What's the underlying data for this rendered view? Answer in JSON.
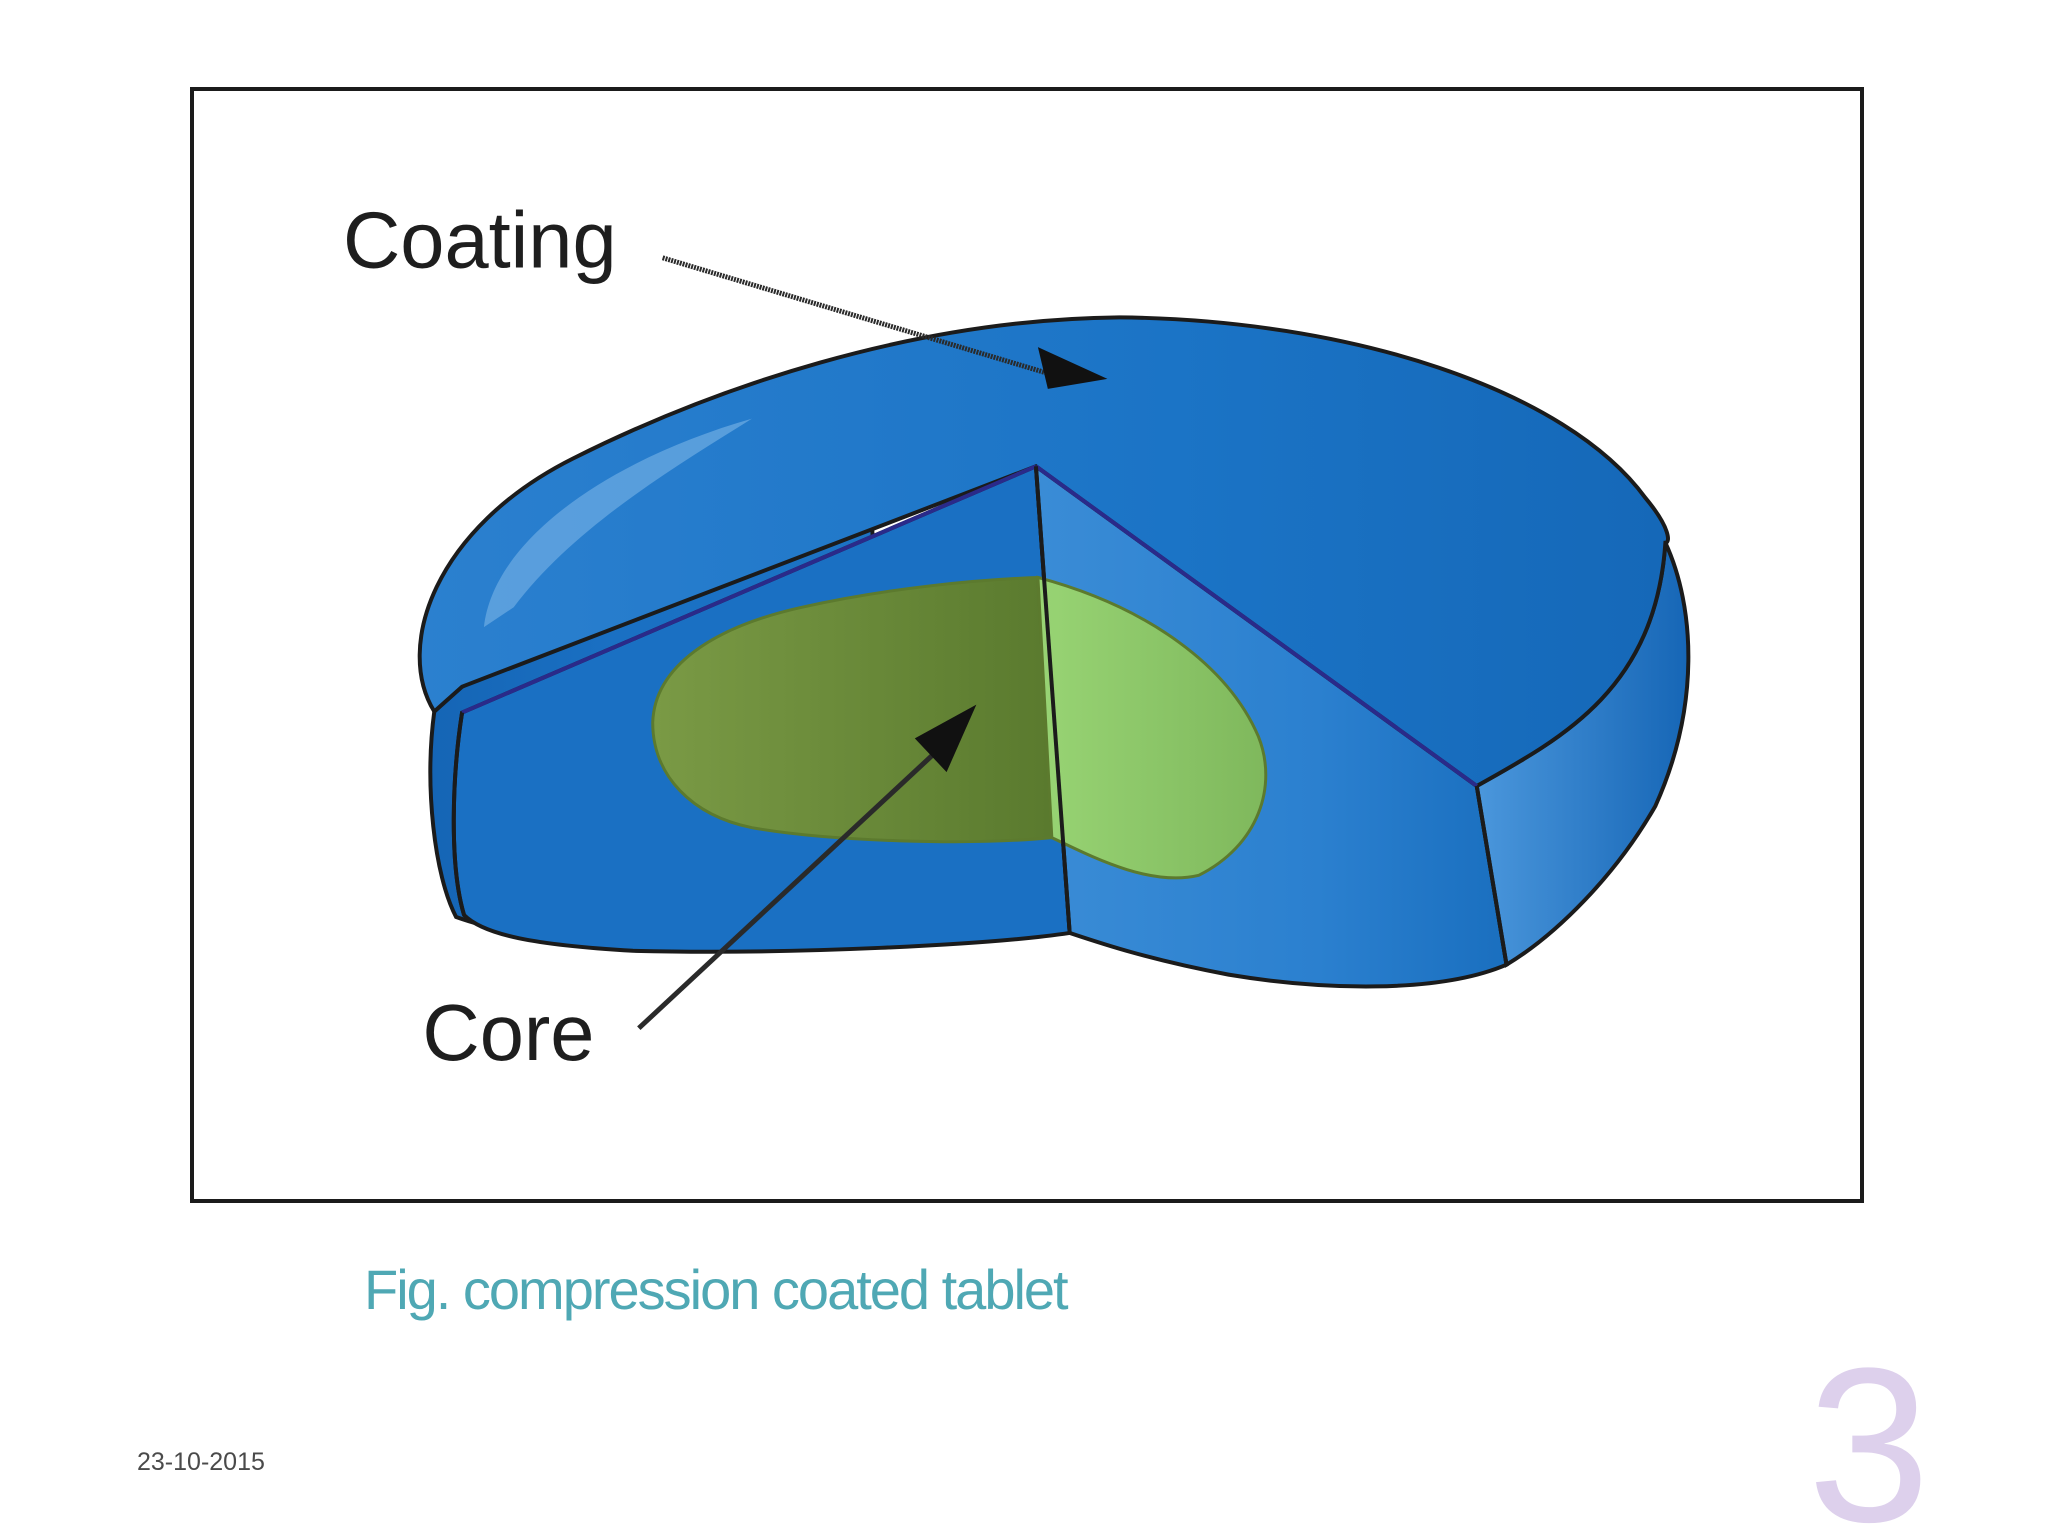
{
  "diagram": {
    "labels": {
      "coating": "Coating",
      "core": "Core"
    },
    "colors": {
      "coating_blue": "#1a72c4",
      "coating_light": "#3d8fd8",
      "core_dark_green": "#6d8e3a",
      "core_light_green": "#8fcc6a",
      "outline": "#1b1b1b"
    }
  },
  "caption": "Fig. compression coated tablet",
  "footer": {
    "date": "23-10-2015",
    "page_number": "3"
  }
}
